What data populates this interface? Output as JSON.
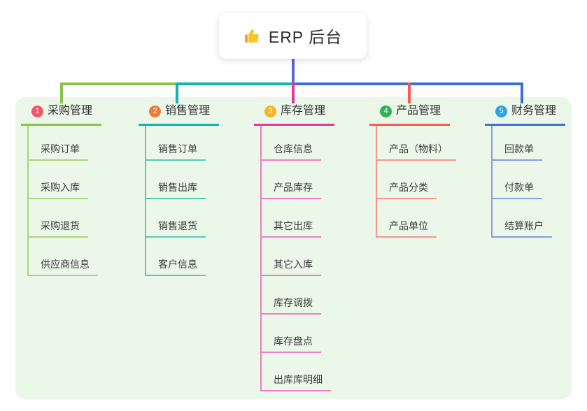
{
  "root": {
    "label": "ERP 后台",
    "icon": "thumbs-up-icon"
  },
  "connector": {
    "root_line_color": "#5b68d8"
  },
  "branches": [
    {
      "number": "1",
      "label": "采购管理",
      "colors": {
        "badge": "#f4566c",
        "line": "#8bc34a",
        "line_light": "#a9d57c"
      },
      "items": [
        "采购订单",
        "采购入库",
        "采购退货",
        "供应商信息"
      ]
    },
    {
      "number": "2",
      "label": "销售管理",
      "colors": {
        "badge": "#f2793b",
        "line": "#13b5ab",
        "line_light": "#58c8bd"
      },
      "items": [
        "销售订单",
        "销售出库",
        "销售退货",
        "客户信息"
      ]
    },
    {
      "number": "3",
      "label": "库存管理",
      "colors": {
        "badge": "#f8b722",
        "line": "#df3a9e",
        "line_light": "#ee7ec5"
      },
      "items": [
        "仓库信息",
        "产品库存",
        "其它出库",
        "其它入库",
        "库存调拨",
        "库存盘点",
        "出库库明细"
      ]
    },
    {
      "number": "4",
      "label": "产品管理",
      "colors": {
        "badge": "#2eb157",
        "line": "#f85a50",
        "line_light": "#fa958d"
      },
      "items": [
        "产品（物料）",
        "产品分类",
        "产品单位"
      ]
    },
    {
      "number": "5",
      "label": "财务管理",
      "colors": {
        "badge": "#28a5dd",
        "line": "#3d6fd7",
        "line_light": "#87a0e3"
      },
      "items": [
        "回款单",
        "付款单",
        "结算账户"
      ]
    }
  ]
}
